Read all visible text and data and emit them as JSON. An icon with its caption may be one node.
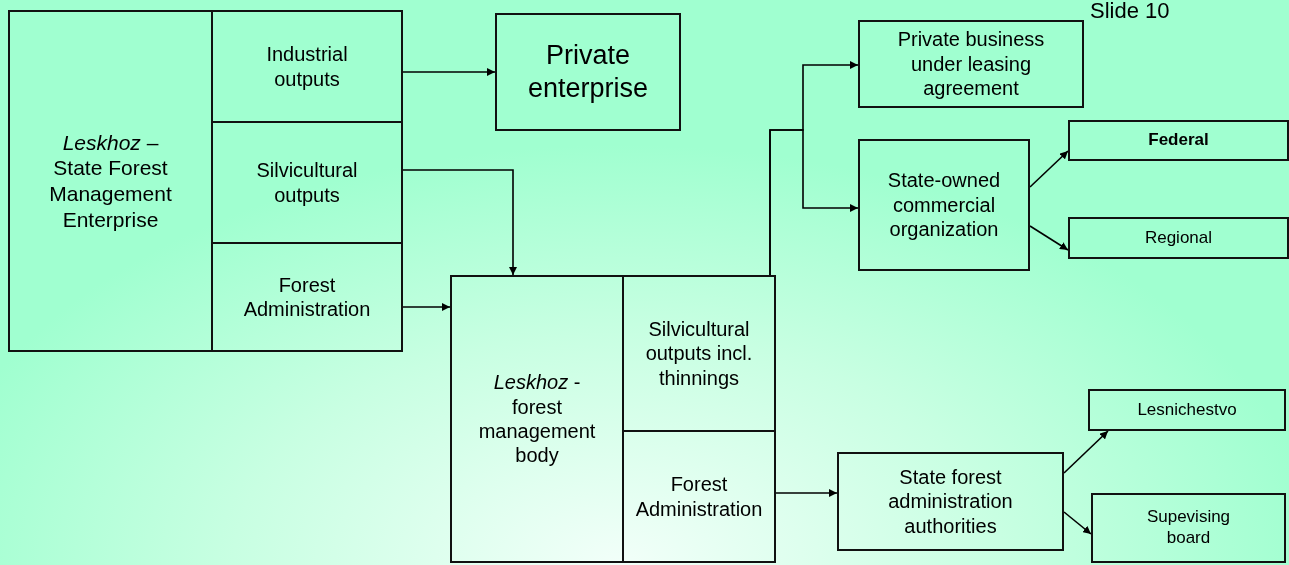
{
  "diagram": {
    "nodes": [
      {
        "text": [
          "*Leskhoz* – State Forest Management Enterprise"
        ]
      },
      {
        "text": [
          "Industrial outputs"
        ]
      },
      {
        "text": [
          "Silvicultural outputs"
        ]
      },
      {
        "text": [
          "Forest Administration"
        ]
      },
      {
        "text": [
          "Private enterprise"
        ]
      },
      {
        "text": [
          "Private business under leasing agreement"
        ]
      },
      {
        "text": [
          "State-owned commercial organization"
        ]
      },
      {
        "text": [
          "Federal"
        ]
      },
      {
        "text": [
          "Regional"
        ]
      },
      {
        "text": [
          "*Leskhoz* - forest management body"
        ]
      },
      {
        "text": [
          "Silvicultural outputs incl. thinnings"
        ]
      },
      {
        "text": [
          "Forest Administration"
        ]
      },
      {
        "text": [
          "State forest administration authorities"
        ]
      },
      {
        "text": [
          "Lesnichestvo"
        ]
      },
      {
        "text": [
          "Supevising board"
        ]
      }
    ],
    "edges": [
      {
        "from": 1,
        "to": 4,
        "arrow": "to"
      },
      {
        "from": 2,
        "to": 9,
        "arrow": "to"
      },
      {
        "from": 3,
        "to": 9,
        "arrow": "to"
      },
      {
        "from": 10,
        "to": 5,
        "arrow": "to"
      },
      {
        "from": 10,
        "to": 6,
        "arrow": "to"
      },
      {
        "from": 6,
        "to": 7,
        "arrow": "to"
      },
      {
        "from": 6,
        "to": 8,
        "arrow": "to"
      },
      {
        "from": 11,
        "to": 12,
        "arrow": "to"
      },
      {
        "from": 12,
        "to": 13,
        "arrow": "to"
      },
      {
        "from": 12,
        "to": 14,
        "arrow": "to"
      }
    ],
    "labels": [
      "Slide 10"
    ]
  }
}
